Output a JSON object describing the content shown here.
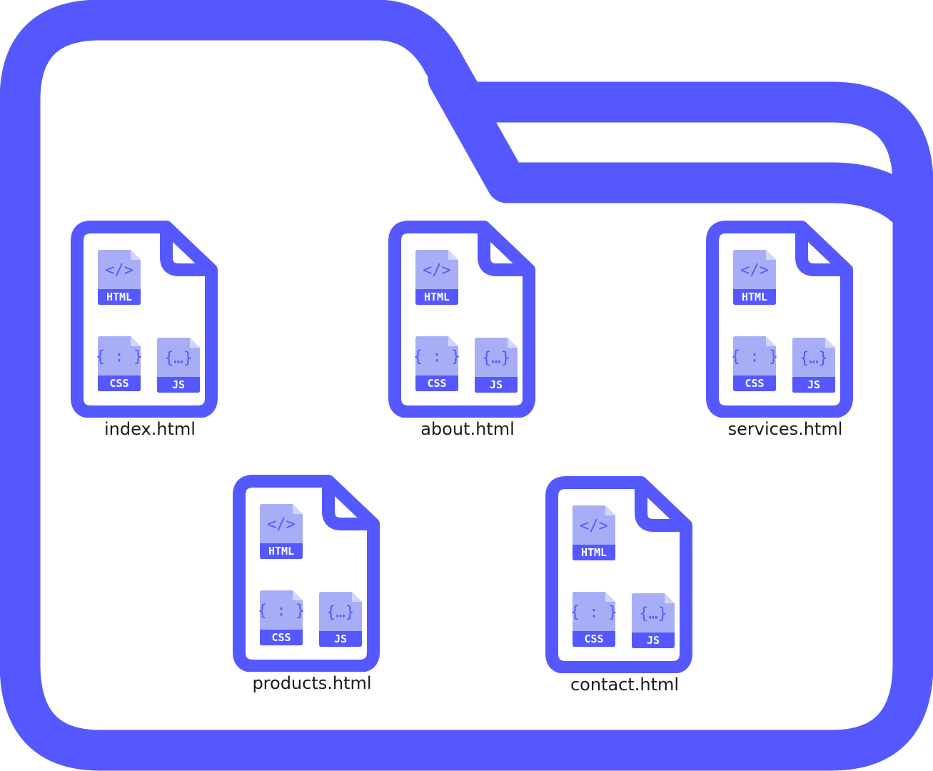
{
  "colors": {
    "accent": "#5558FF",
    "badge_fill": "#A8AEF6",
    "badge_fold": "#D2D5FB",
    "background": "#FFFFFF",
    "label": "#1A1A1A"
  },
  "icons": {
    "folder": "folder-icon",
    "file": "web-file-icon",
    "html": "html-file-icon",
    "css": "css-file-icon",
    "js": "js-file-icon"
  },
  "badges": {
    "html_label": "HTML",
    "html_glyph": "</>",
    "css_label": "CSS",
    "css_glyph": "{ : }",
    "js_label": "JS",
    "js_glyph": "{…}"
  },
  "files": [
    {
      "name": "index.html"
    },
    {
      "name": "about.html"
    },
    {
      "name": "services.html"
    },
    {
      "name": "products.html"
    },
    {
      "name": "contact.html"
    }
  ]
}
